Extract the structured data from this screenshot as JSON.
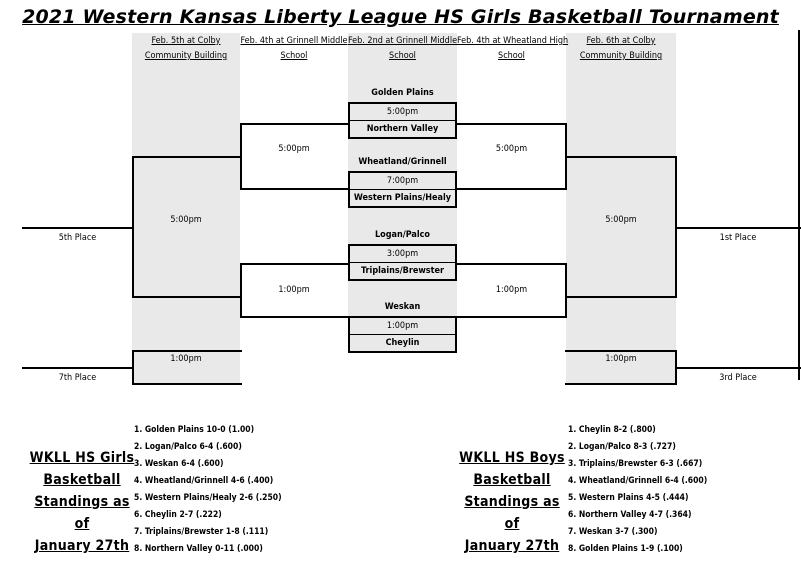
{
  "title": "2021 Western Kansas Liberty League HS Girls Basketball Tournament",
  "headers": [
    {
      "line1": "Feb. 5th at Colby",
      "line2": "Community Building"
    },
    {
      "line1": "Feb. 4th at Grinnell Middle",
      "line2": "School"
    },
    {
      "line1": "Feb. 2nd at Grinnell Middle",
      "line2": "School"
    },
    {
      "line1": "Feb. 4th at Wheatland High",
      "line2": "School"
    },
    {
      "line1": "Feb. 6th at Colby",
      "line2": "Community Building"
    }
  ],
  "first_round": [
    {
      "top": "Golden Plains",
      "time": "5:00pm",
      "bottom": "Northern Valley"
    },
    {
      "top": "Wheatland/Grinnell",
      "time": "7:00pm",
      "bottom": "Western Plains/Healy"
    },
    {
      "top": "Logan/Palco",
      "time": "3:00pm",
      "bottom": "Triplains/Brewster"
    },
    {
      "top": "Weskan",
      "time": "1:00pm",
      "bottom": "Cheylin"
    }
  ],
  "times": {
    "left_semi_top": "5:00pm",
    "left_semi_bottom": "1:00pm",
    "right_semi_top": "5:00pm",
    "right_semi_bottom": "1:00pm",
    "fifth_place_game": "5:00pm",
    "championship_game": "5:00pm",
    "seventh_place_game": "1:00pm",
    "third_place_game": "1:00pm"
  },
  "places": {
    "fifth": "5th Place",
    "first": "1st Place",
    "seventh": "7th Place",
    "third": "3rd Place"
  },
  "girls_standings": {
    "title_lines": [
      "WKLL HS Girls",
      "Basketball",
      "Standings as of",
      "January 27th"
    ],
    "entries": [
      "1. Golden Plains 10-0 (1.00)",
      "2. Logan/Palco 6-4 (.600)",
      "3. Weskan 6-4 (.600)",
      "4. Wheatland/Grinnell 4-6 (.400)",
      "5. Western Plains/Healy 2-6 (.250)",
      "6. Cheylin 2-7 (.222)",
      "7. Triplains/Brewster 1-8 (.111)",
      "8. Northern Valley 0-11 (.000)"
    ]
  },
  "boys_standings": {
    "title_lines": [
      "WKLL HS Boys",
      "Basketball",
      "Standings as of",
      "January 27th"
    ],
    "entries": [
      "1. Cheylin 8-2 (.800)",
      "2. Logan/Palco 8-3 (.727)",
      "3. Triplains/Brewster 6-3 (.667)",
      "4. Wheatland/Grinnell 6-4 (.600)",
      "5. Western Plains 4-5 (.444)",
      "6. Northern Valley 4-7 (.364)",
      "7. Weskan 3-7 (.300)",
      "8. Golden Plains 1-9 (.100)"
    ]
  }
}
